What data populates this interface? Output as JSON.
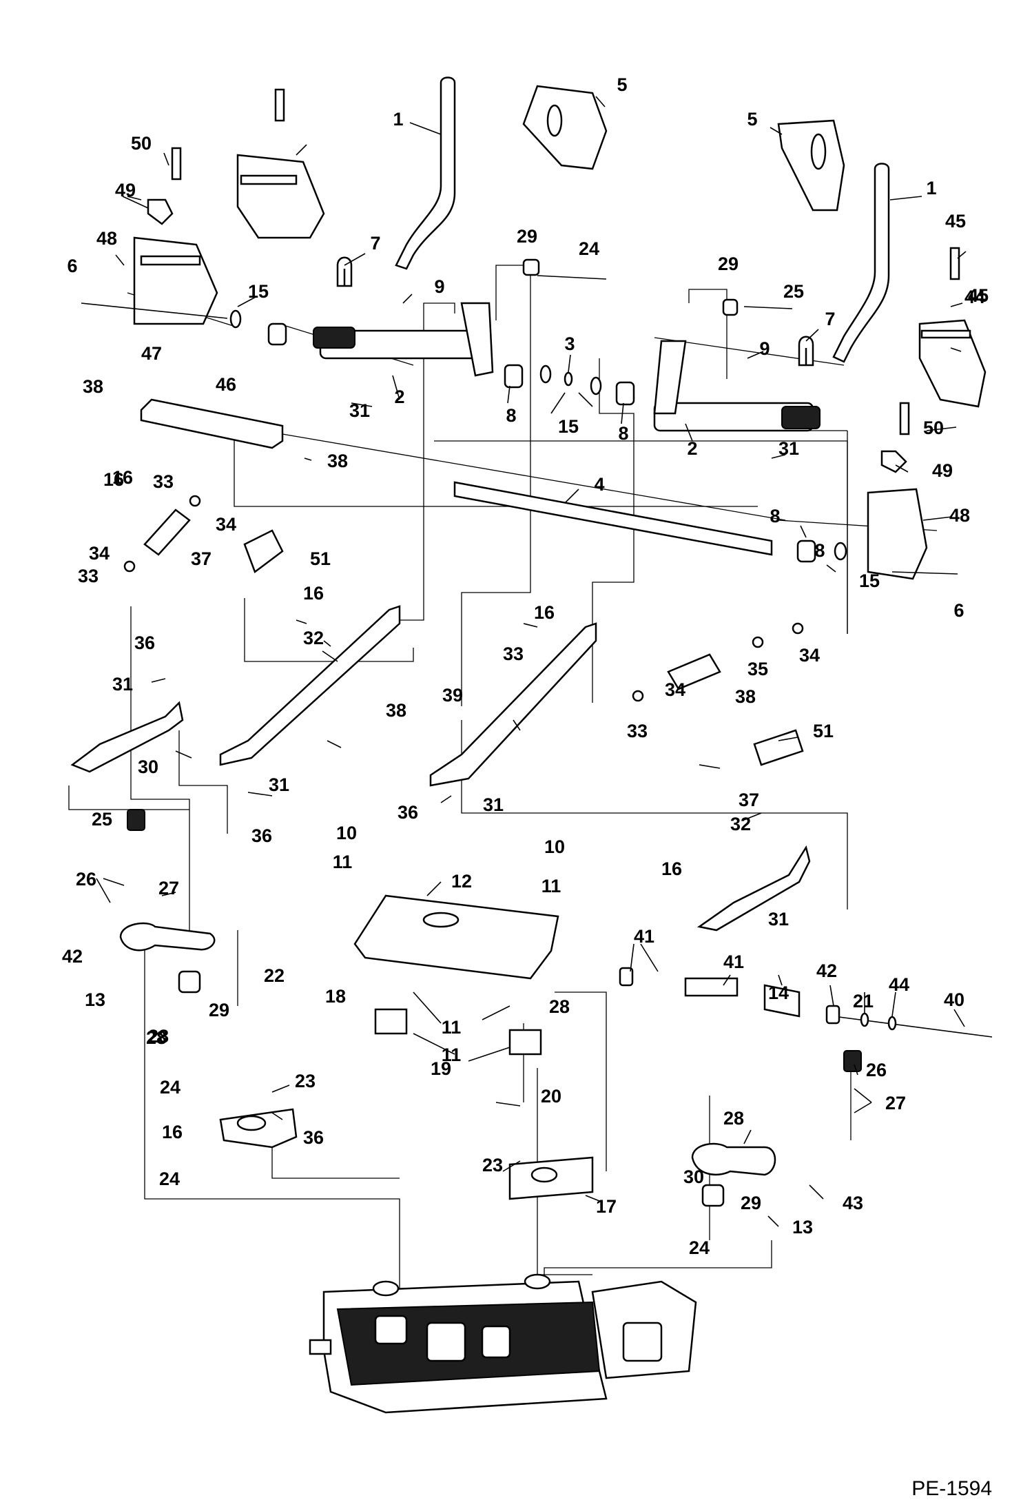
{
  "figure_id": "PE-1594",
  "callouts": [
    "1",
    "1",
    "2",
    "2",
    "3",
    "4",
    "5",
    "5",
    "6",
    "6",
    "7",
    "7",
    "8",
    "8",
    "8",
    "8",
    "9",
    "9",
    "10",
    "10",
    "11",
    "11",
    "11",
    "11",
    "12",
    "13",
    "13",
    "14",
    "15",
    "15",
    "15",
    "16",
    "16",
    "16",
    "16",
    "16",
    "16",
    "17",
    "18",
    "19",
    "20",
    "21",
    "22",
    "23",
    "23",
    "24",
    "24",
    "24",
    "24",
    "25",
    "25",
    "26",
    "26",
    "27",
    "27",
    "28",
    "28",
    "28",
    "28",
    "29",
    "29",
    "29",
    "29",
    "30",
    "30",
    "31",
    "31",
    "31",
    "31",
    "31",
    "31",
    "32",
    "32",
    "33",
    "33",
    "33",
    "33",
    "34",
    "34",
    "34",
    "34",
    "35",
    "36",
    "36",
    "36",
    "36",
    "37",
    "37",
    "38",
    "38",
    "38",
    "38",
    "39",
    "40",
    "41",
    "41",
    "42",
    "42",
    "43",
    "44",
    "44",
    "45",
    "45",
    "46",
    "47",
    "48",
    "48",
    "49",
    "49",
    "50",
    "50",
    "51",
    "51"
  ]
}
